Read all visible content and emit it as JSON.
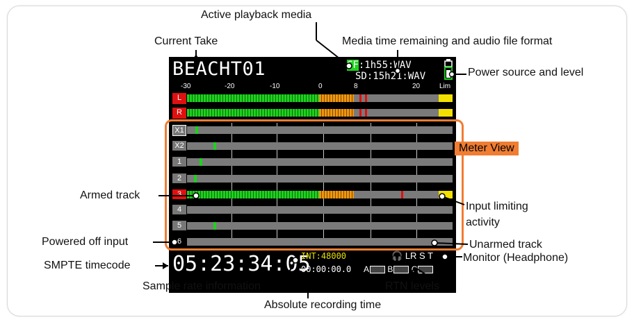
{
  "screen": {
    "take_name": "BEACHT01",
    "media_cf_prefix": "CF",
    "media_cf_rest": ":1h55:WAV",
    "media_sd": "SD:15h21:WAV",
    "scale_ticks": [
      "-30",
      "-20",
      "-10",
      "0",
      "8",
      "20"
    ],
    "lim_label": "Lim",
    "stereo_channels": [
      "L",
      "R"
    ],
    "tracks": [
      "X1",
      "X2",
      "1",
      "2",
      "3",
      "4",
      "5",
      "6"
    ],
    "timecode": "05:23:34:05",
    "sample_rate": "INT:48000",
    "abs_time": "00:00:00.0",
    "monitor_text": "LR S T",
    "rtn_labels": [
      "A",
      "B",
      "C"
    ],
    "colors": {
      "accent_green": "#1fd11f",
      "meter_orange": "#f0960f",
      "armed_red": "#e01010",
      "limit_yellow": "#f2e000",
      "meter_gray": "#7a7a7a",
      "sample_rate_yellow": "#e8e000"
    }
  },
  "annotations": {
    "active_playback_media": "Active playback media",
    "current_take": "Current Take",
    "media_time_remaining": "Media time remaining and audio file format",
    "power_source": "Power source and level",
    "meter_view": "Meter View",
    "armed_track": "Armed track",
    "input_limiting_1": "Input limiting",
    "input_limiting_2": "activity",
    "powered_off_input": "Powered off input",
    "unarmed_track": "Unarmed track",
    "smpte_timecode": "SMPTE timecode",
    "monitor_headphone": "Monitor (Headphone)",
    "sample_rate_info": "Sample rate information",
    "rtn_levels": "RTN levels",
    "absolute_recording_time": "Absolute recording time"
  }
}
